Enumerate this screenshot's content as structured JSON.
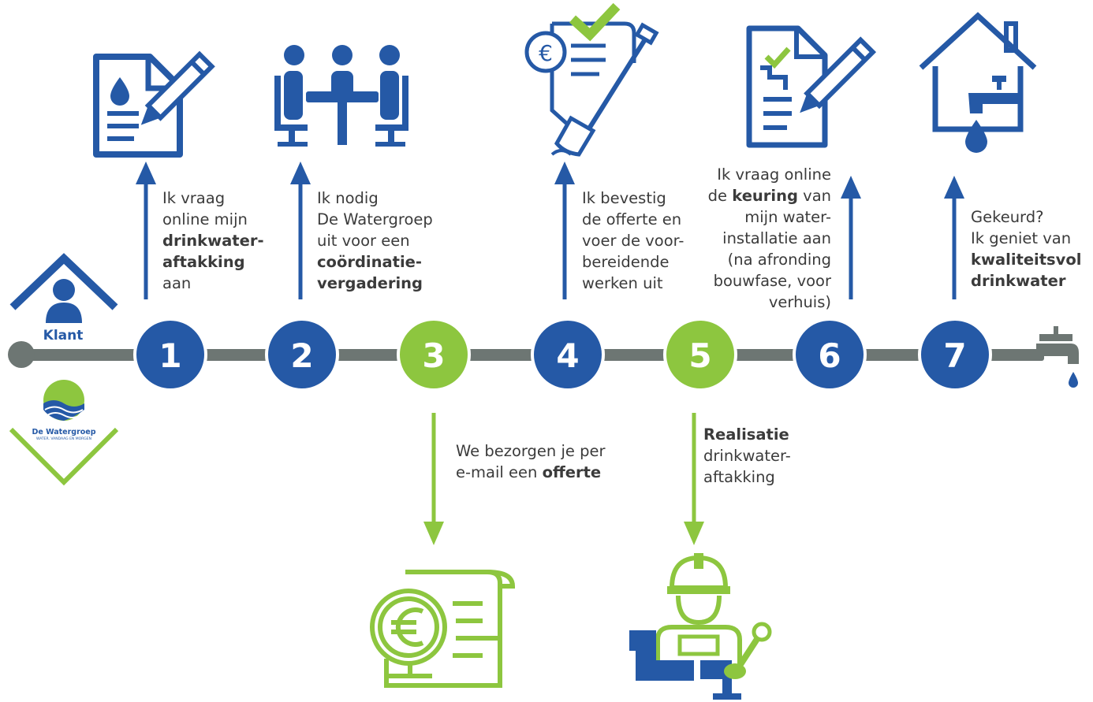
{
  "colors": {
    "blue": "#2559a6",
    "green": "#8dc63f",
    "grey": "#6d7673",
    "text": "#3b3b3b"
  },
  "actors": {
    "client_label": "Klant",
    "org_name": "De Watergroep",
    "org_tagline": "WATER. VANDAAG EN MORGEN"
  },
  "steps": [
    {
      "number": "1",
      "owner": "client",
      "icon": "form-water-drop-pencil-icon",
      "lines": [
        {
          "t": "Ik vraag"
        },
        {
          "t": "online mijn"
        },
        {
          "t": "drinkwater-",
          "b": true
        },
        {
          "t": "aftakking",
          "b": true
        },
        {
          "t": "aan"
        }
      ]
    },
    {
      "number": "2",
      "owner": "client",
      "icon": "meeting-table-icon",
      "lines": [
        {
          "t": "Ik nodig"
        },
        {
          "t": "De Watergroep"
        },
        {
          "t": "uit voor een"
        },
        {
          "t": "coördinatie-",
          "b": true
        },
        {
          "t": "vergadering",
          "b": true
        }
      ]
    },
    {
      "number": "3",
      "owner": "watergroep",
      "icon": "euro-quote-scroll-icon",
      "lines": [
        {
          "t": "We bezorgen je per"
        },
        {
          "t": "e-mail een ",
          "b2": "offerte"
        }
      ]
    },
    {
      "number": "4",
      "owner": "client",
      "icon": "approved-quote-shovel-icon",
      "lines": [
        {
          "t": "Ik bevestig"
        },
        {
          "t": "de offerte en"
        },
        {
          "t": "voer de voor-"
        },
        {
          "t": "bereidende"
        },
        {
          "t": "werken uit"
        }
      ]
    },
    {
      "number": "5",
      "owner": "watergroep",
      "icon": "plumber-worker-icon",
      "lines": [
        {
          "t": "Realisatie",
          "b": true
        },
        {
          "t": "drinkwater-"
        },
        {
          "t": "aftakking"
        }
      ]
    },
    {
      "number": "6",
      "owner": "client",
      "icon": "inspection-form-pencil-icon",
      "lines": [
        {
          "t": "Ik vraag online"
        },
        {
          "t": "de ",
          "b2": "keuring",
          "t2": " van"
        },
        {
          "t": "mijn water-"
        },
        {
          "t": "installatie aan"
        },
        {
          "t": "(na afronding"
        },
        {
          "t": "bouwfase, voor"
        },
        {
          "t": "verhuis)"
        }
      ]
    },
    {
      "number": "7",
      "owner": "client",
      "icon": "house-tap-drop-icon",
      "lines": [
        {
          "t": "Gekeurd?"
        },
        {
          "t": "Ik geniet van"
        },
        {
          "t": "kwaliteitsvol",
          "b": true
        },
        {
          "t": "drinkwater",
          "b": true
        }
      ]
    }
  ]
}
